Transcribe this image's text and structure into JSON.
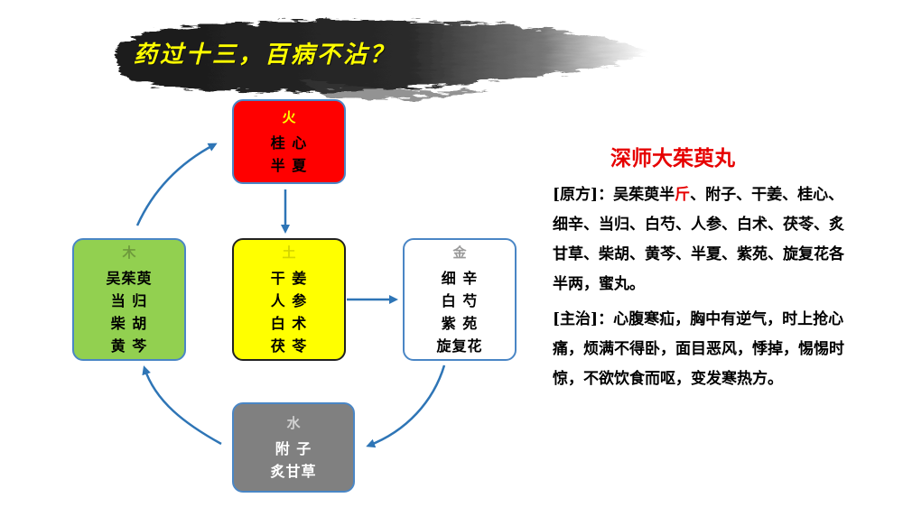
{
  "banner": {
    "title": "药过十三，百病不沾？"
  },
  "diagram": {
    "fire": {
      "element": "火",
      "herbs": [
        "桂 心",
        "半 夏"
      ]
    },
    "earth": {
      "element": "土",
      "herbs": [
        "干 姜",
        "人 参",
        "白 术",
        "茯 苓"
      ]
    },
    "metal": {
      "element": "金",
      "herbs": [
        "细 辛",
        "白 芍",
        "紫 苑",
        "旋复花"
      ]
    },
    "wood": {
      "element": "木",
      "herbs": [
        "吴茱萸",
        "当 归",
        "柴 胡",
        "黄 芩"
      ]
    },
    "water": {
      "element": "水",
      "herbs": [
        "附 子",
        "炙甘草"
      ]
    }
  },
  "formula": {
    "title": "深师大茱萸丸",
    "composition_label": "[原方]：",
    "composition_pre": "吴茱萸半",
    "composition_unit": "斤",
    "composition_post": "、附子、干姜、桂心、细辛、当归、白芍、人参、白术、茯苓、炙甘草、柴胡、黄芩、半夏、紫苑、旋复花各半两，蜜丸。",
    "indication_label": "[主治]：",
    "indication_text": "心腹寒疝，胸中有逆气，时上抢心痛，烦满不得卧，面目恶风，悸掉，惕惕时惊，不欲饮食而呕，变发寒热方。"
  },
  "colors": {
    "fire": "#ff0000",
    "earth": "#ffff00",
    "metal": "#ffffff",
    "wood": "#92d050",
    "water": "#808080",
    "arrow": "#2e75b6",
    "title_red": "#e60000",
    "banner_text": "#ffff00"
  }
}
